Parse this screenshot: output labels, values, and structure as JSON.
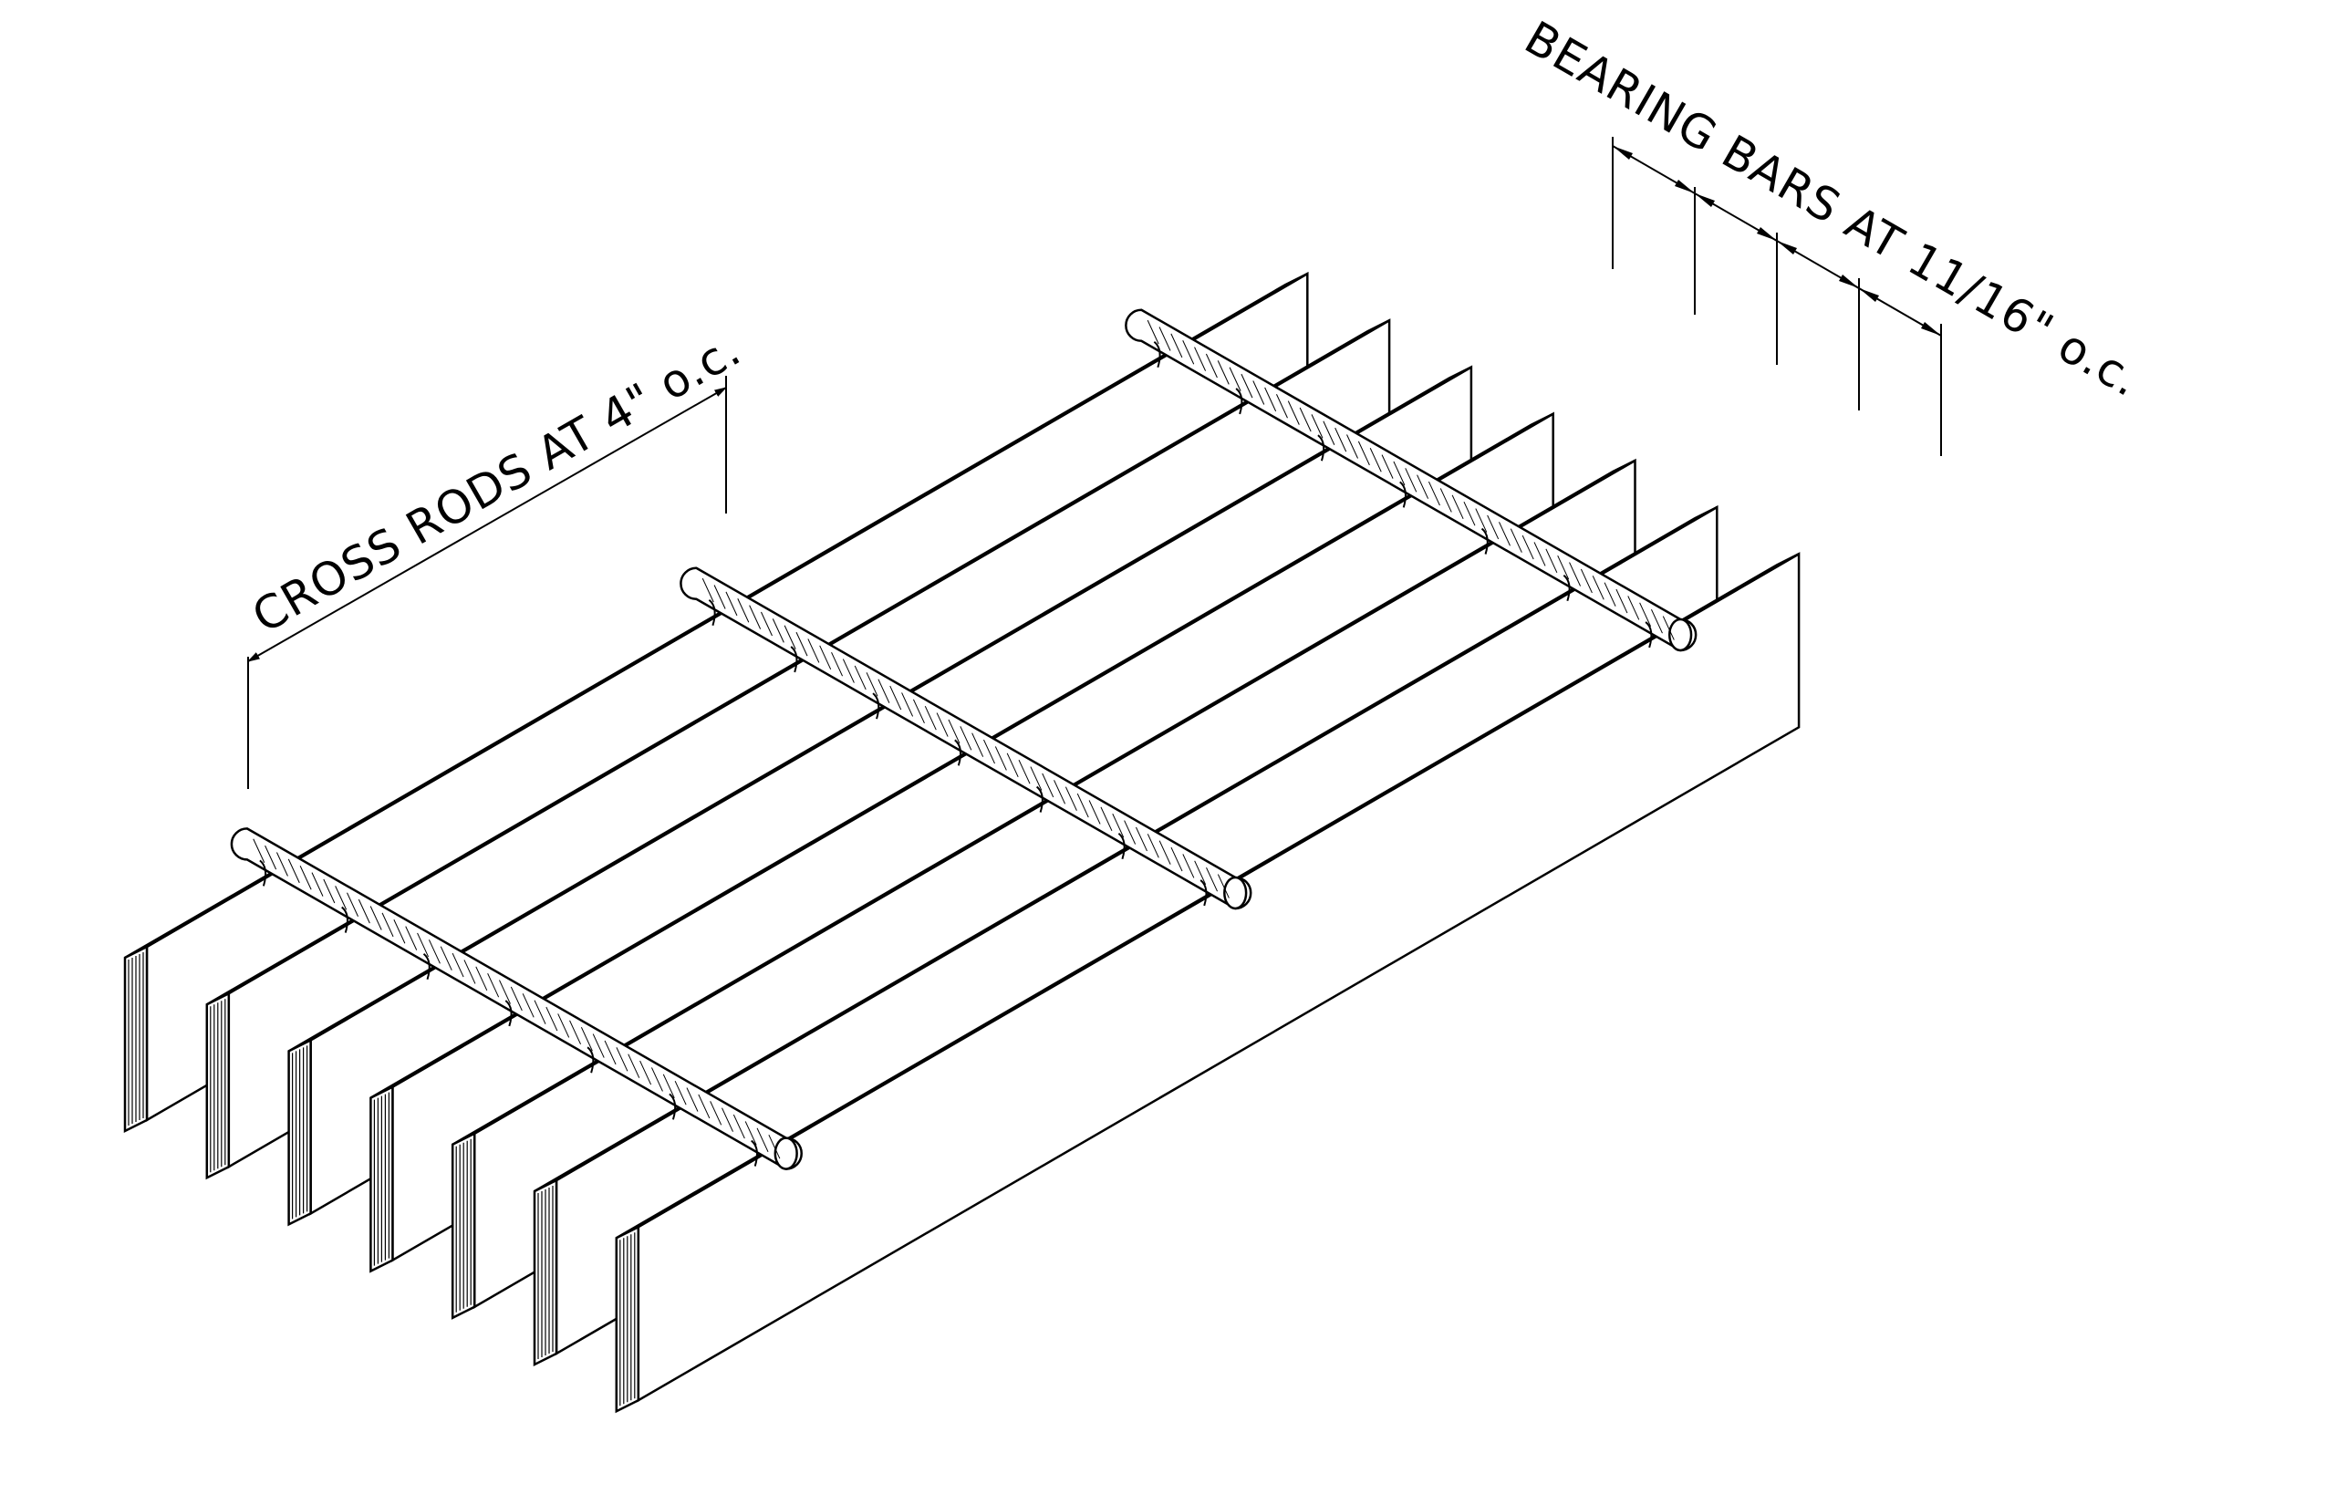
{
  "labels": {
    "cross_rods": "CROSS RODS AT 4\" o.c.",
    "bearing_bars": "BEARING BARS AT 11/16\" o.c."
  },
  "grating": {
    "bearing_bar_count": 7,
    "cross_rod_count": 3
  },
  "colors": {
    "ink": "#000000",
    "paper": "#ffffff"
  }
}
